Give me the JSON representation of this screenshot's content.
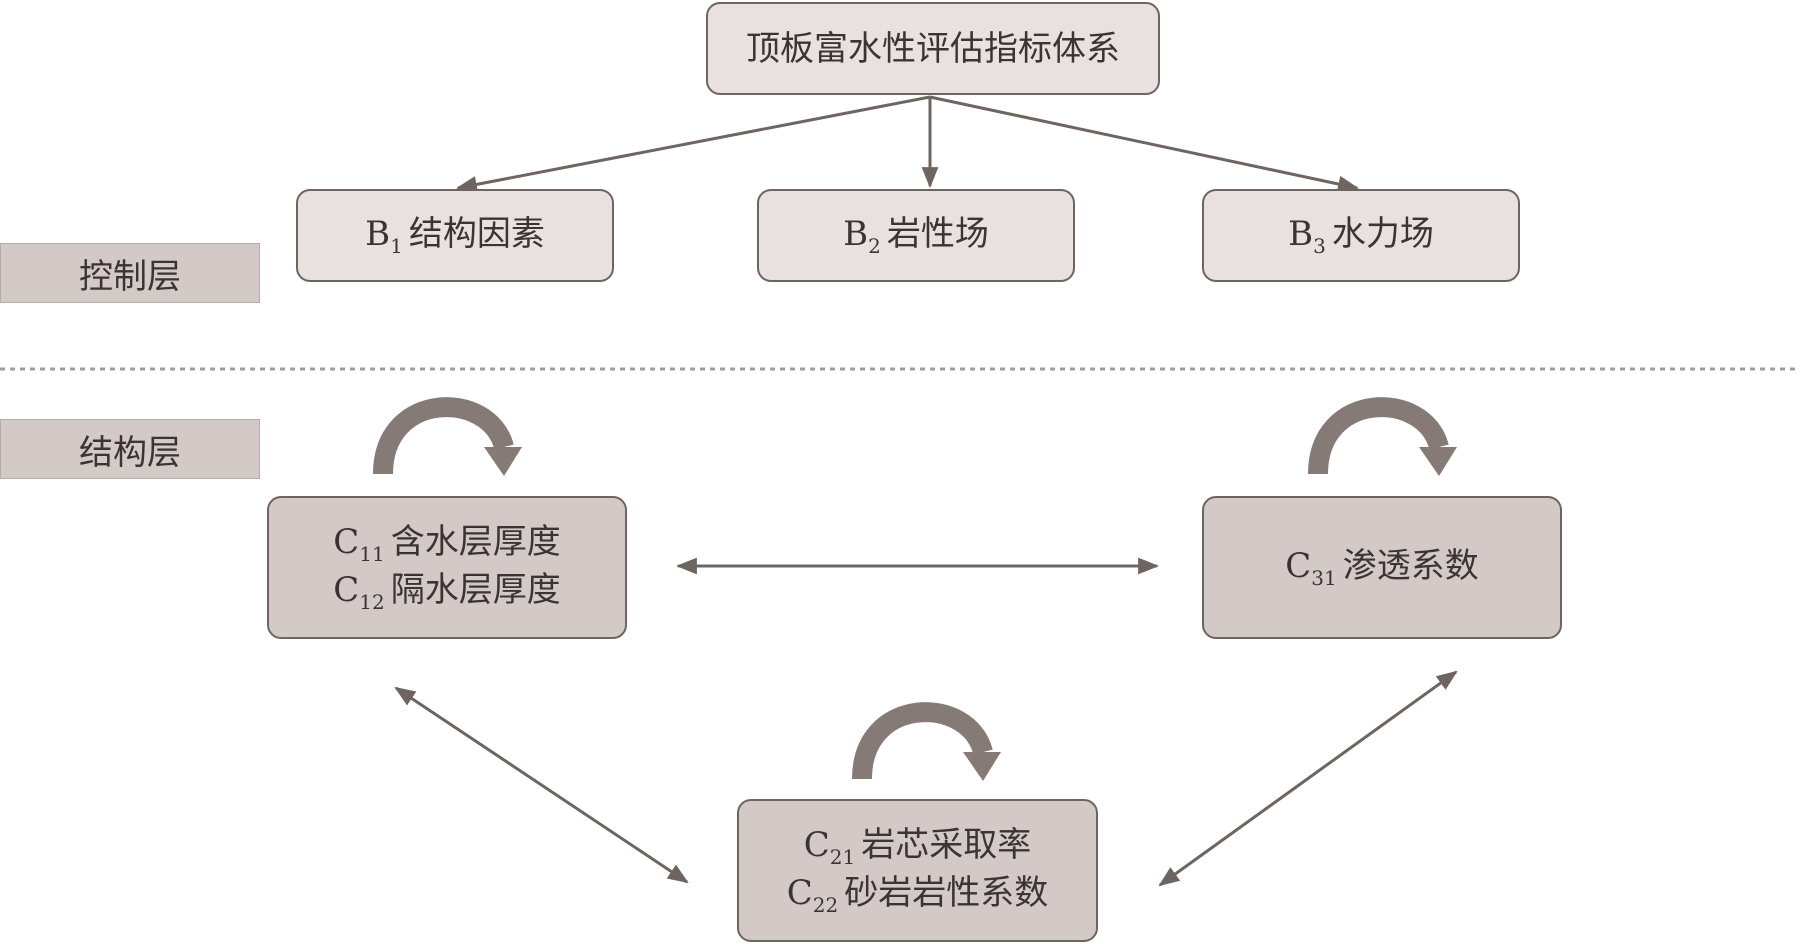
{
  "diagram": {
    "root": {
      "text": "顶板富水性评估指标体系"
    },
    "control": [
      {
        "prefix": "B",
        "sub": "1",
        "text": "结构因素"
      },
      {
        "prefix": "B",
        "sub": "2",
        "text": "岩性场"
      },
      {
        "prefix": "B",
        "sub": "3",
        "text": "水力场"
      }
    ],
    "layers": {
      "control": "控制层",
      "structure": "结构层"
    },
    "structure": {
      "left": [
        {
          "prefix": "C",
          "sub": "11",
          "text": "含水层厚度"
        },
        {
          "prefix": "C",
          "sub": "12",
          "text": "隔水层厚度"
        }
      ],
      "right": [
        {
          "prefix": "C",
          "sub": "31",
          "text": "渗透系数"
        }
      ],
      "bottom": [
        {
          "prefix": "C",
          "sub": "21",
          "text": "岩芯采取率"
        },
        {
          "prefix": "C",
          "sub": "22",
          "text": "砂岩岩性系数"
        }
      ]
    },
    "colors": {
      "box_light": "#e8e1df",
      "box_dark": "#d3cac7",
      "border": "#6e6560",
      "arrow": "#6e6560",
      "curved_arrow": "#857a76",
      "divider": "#a49a97"
    }
  }
}
